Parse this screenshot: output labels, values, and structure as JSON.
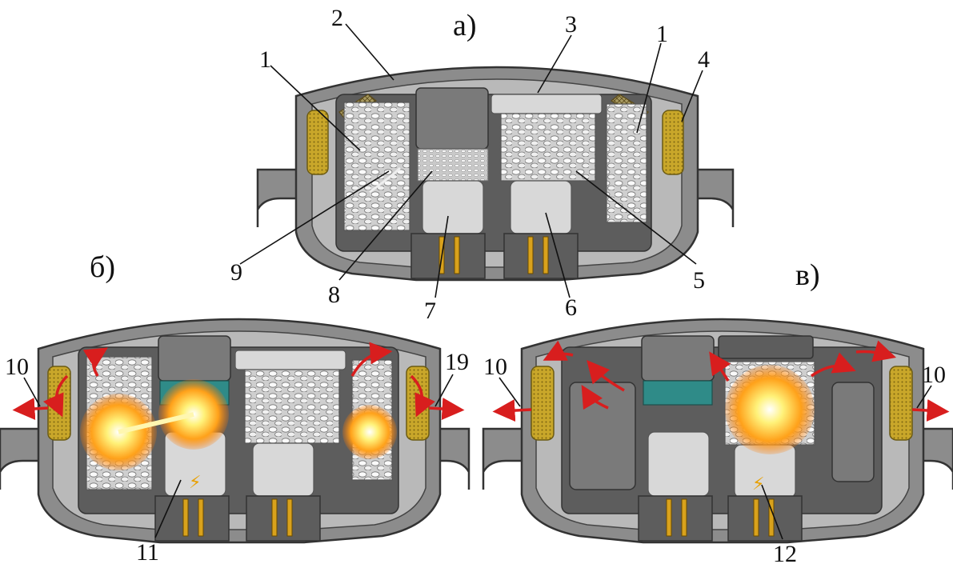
{
  "panels": {
    "a": "а)",
    "b": "б)",
    "c": "в)"
  },
  "labels": {
    "n1_left": "1",
    "n1_right": "1",
    "n2": "2",
    "n3": "3",
    "n4": "4",
    "n5": "5",
    "n6": "6",
    "n7": "7",
    "n8": "8",
    "n9": "9",
    "n10_b": "10",
    "n10_c_left": "10",
    "n10_c_right": "10",
    "n11": "11",
    "n12": "12",
    "n19": "19"
  },
  "colors": {
    "housing": "#8c8c8c",
    "filter": "#c8a92a",
    "gas_flow": "#d81e1e",
    "explosion": "#ffb020",
    "pins": "#d9a21c"
  }
}
